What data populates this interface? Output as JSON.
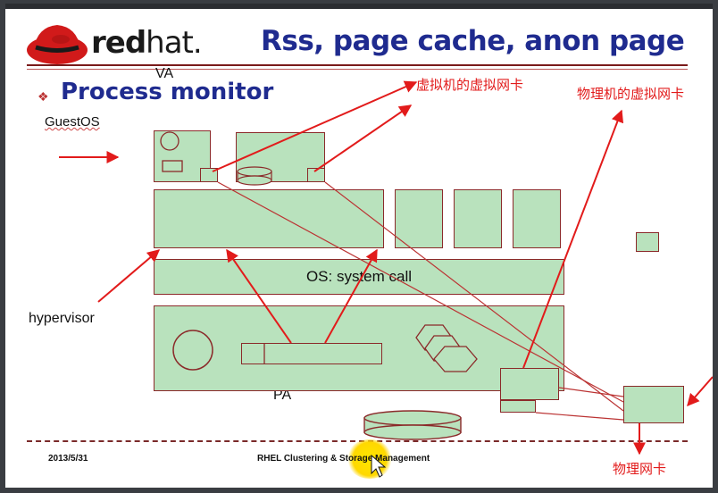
{
  "slide": {
    "title": "Rss, page cache, anon page",
    "heading": "Process monitor",
    "logo_text_red": "red",
    "logo_text_hat": "hat."
  },
  "labels": {
    "va": "VA",
    "guestos": "GuestOS",
    "hypervisor": "hypervisor",
    "pa": "PA",
    "system_call": "OS: system call"
  },
  "annotations": {
    "vm_virtual_nic": "虚拟机的虚拟网卡",
    "host_virtual_nic": "物理机的虚拟网卡",
    "physical_nic": "物理网卡"
  },
  "footer": {
    "date": "2013/5/31",
    "center": "RHEL Clustering & Storage Management"
  },
  "colors": {
    "accent_title": "#1f2b8f",
    "annotation_red": "#e21b1b",
    "box_fill": "#b9e2bd",
    "box_border": "#8b2a2a"
  }
}
